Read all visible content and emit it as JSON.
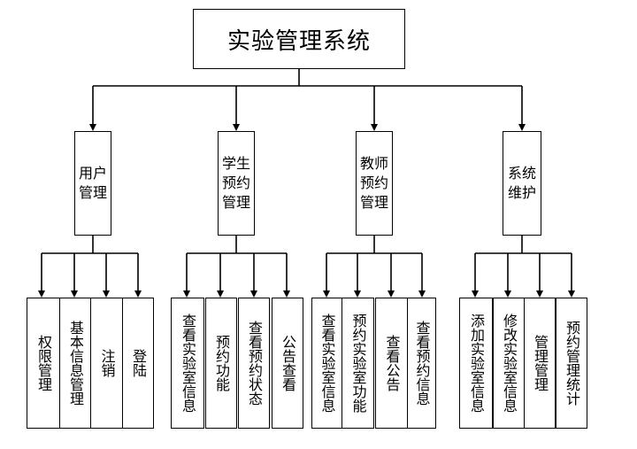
{
  "root": "实验管理系统",
  "modules": [
    {
      "label": "用户管理",
      "children": [
        "权限管理",
        "基本信息管理",
        "注销",
        "登陆"
      ]
    },
    {
      "label": "学生预约管理",
      "children": [
        "查看实验室信息",
        "预约功能",
        "查看预约状态",
        "公告查看"
      ]
    },
    {
      "label": "教师预约管理",
      "children": [
        "查看实验室信息",
        "预约实验室功能",
        "查看公告",
        "查看预约信息"
      ]
    },
    {
      "label": "系统维护",
      "children": [
        "添加实验室信息",
        "修改实验室信息",
        "管理管理",
        "预约管理统计"
      ]
    }
  ]
}
